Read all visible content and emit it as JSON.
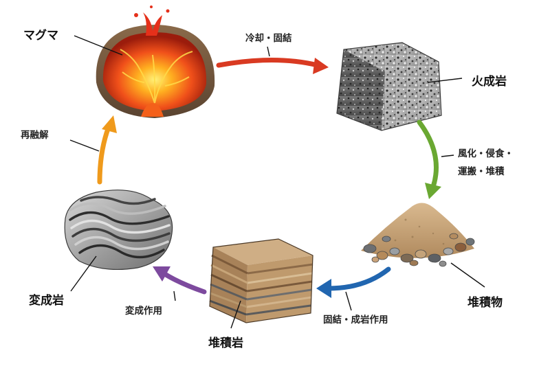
{
  "diagram": {
    "nodes": {
      "magma": {
        "label": "マグマ"
      },
      "igneous": {
        "label": "火成岩"
      },
      "sediment": {
        "label": "堆積物"
      },
      "sedimentary": {
        "label": "堆積岩"
      },
      "metamorphic": {
        "label": "変成岩"
      }
    },
    "processes": {
      "cooling": {
        "label": "冷却・固結",
        "color": "#d93a22"
      },
      "weathering": {
        "line1": "風化・侵食・",
        "line2": "運搬・堆積",
        "color": "#6aa832"
      },
      "consolidation": {
        "label": "固結・成岩作用",
        "color": "#2166b0"
      },
      "metamorphism": {
        "label": "変成作用",
        "color": "#7d4a9e"
      },
      "remelting": {
        "label": "再融解",
        "color": "#ef9a1c"
      }
    }
  }
}
